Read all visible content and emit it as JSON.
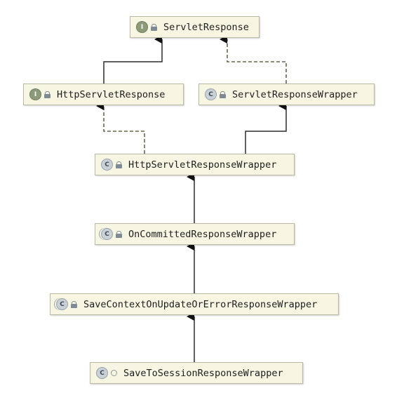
{
  "diagram": {
    "nodes": [
      {
        "id": "servlet-response",
        "label": "ServletResponse",
        "kind": "I",
        "access": "lock"
      },
      {
        "id": "http-servlet-response",
        "label": "HttpServletResponse",
        "kind": "I",
        "access": "lock"
      },
      {
        "id": "servlet-response-wrapper",
        "label": "ServletResponseWrapper",
        "kind": "C",
        "access": "lock"
      },
      {
        "id": "http-servlet-response-wrapper",
        "label": "HttpServletResponseWrapper",
        "kind": "C",
        "access": "lock"
      },
      {
        "id": "on-committed-response-wrapper",
        "label": "OnCommittedResponseWrapper",
        "kind": "C",
        "access": "lock"
      },
      {
        "id": "save-context-wrapper",
        "label": "SaveContextOnUpdateOrErrorResponseWrapper",
        "kind": "C",
        "access": "lock"
      },
      {
        "id": "save-to-session-wrapper",
        "label": "SaveToSessionResponseWrapper",
        "kind": "C",
        "access": "ring"
      }
    ],
    "edges": [
      {
        "from": "http-servlet-response",
        "to": "servlet-response",
        "type": "extends"
      },
      {
        "from": "servlet-response-wrapper",
        "to": "servlet-response",
        "type": "implements"
      },
      {
        "from": "http-servlet-response-wrapper",
        "to": "http-servlet-response",
        "type": "implements"
      },
      {
        "from": "http-servlet-response-wrapper",
        "to": "servlet-response-wrapper",
        "type": "extends"
      },
      {
        "from": "on-committed-response-wrapper",
        "to": "http-servlet-response-wrapper",
        "type": "extends"
      },
      {
        "from": "save-context-wrapper",
        "to": "on-committed-response-wrapper",
        "type": "extends"
      },
      {
        "from": "save-to-session-wrapper",
        "to": "save-context-wrapper",
        "type": "extends"
      }
    ],
    "colors": {
      "node_fill": "#f6f6e3",
      "node_border": "#b9b9a3",
      "extends_line": "#2b2b2b",
      "implements_line": "#6b6650",
      "interface_badge": "#8c9c79",
      "class_badge": "#c9d0d6"
    }
  }
}
